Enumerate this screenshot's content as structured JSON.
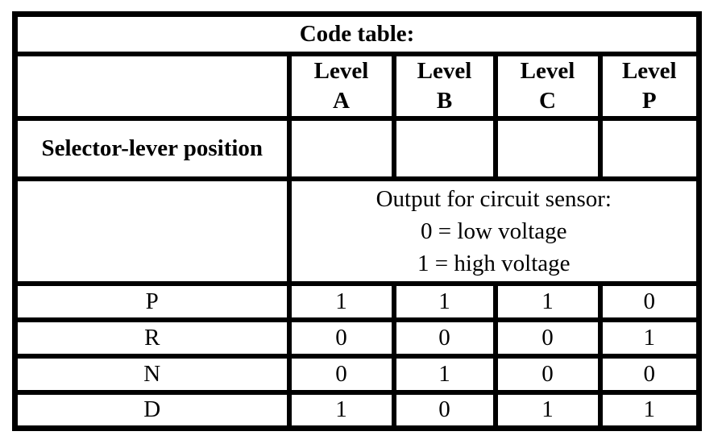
{
  "document": {
    "title": "Code table:",
    "column_header_word": "Level",
    "levels": [
      "A",
      "B",
      "C",
      "P"
    ],
    "row_axis_label": "Selector-lever position",
    "legend_lines": [
      "Output for circuit sensor:",
      "0 = low voltage",
      "1 = high voltage"
    ],
    "rows": [
      {
        "position": "P",
        "values": [
          "1",
          "1",
          "1",
          "0"
        ]
      },
      {
        "position": "R",
        "values": [
          "0",
          "0",
          "0",
          "1"
        ]
      },
      {
        "position": "N",
        "values": [
          "0",
          "1",
          "0",
          "0"
        ]
      },
      {
        "position": "D",
        "values": [
          "1",
          "0",
          "1",
          "1"
        ]
      }
    ]
  },
  "chart_data": {
    "type": "table",
    "title": "Code table:",
    "columns": [
      "Selector-lever position",
      "Level A",
      "Level B",
      "Level C",
      "Level P"
    ],
    "notes": [
      "Output for circuit sensor:",
      "0 = low voltage",
      "1 = high voltage"
    ],
    "rows": [
      [
        "P",
        1,
        1,
        1,
        0
      ],
      [
        "R",
        0,
        0,
        0,
        1
      ],
      [
        "N",
        0,
        1,
        0,
        0
      ],
      [
        "D",
        1,
        0,
        1,
        1
      ]
    ]
  },
  "colors": {
    "border": "#000000",
    "text": "#000000",
    "background": "#ffffff"
  }
}
